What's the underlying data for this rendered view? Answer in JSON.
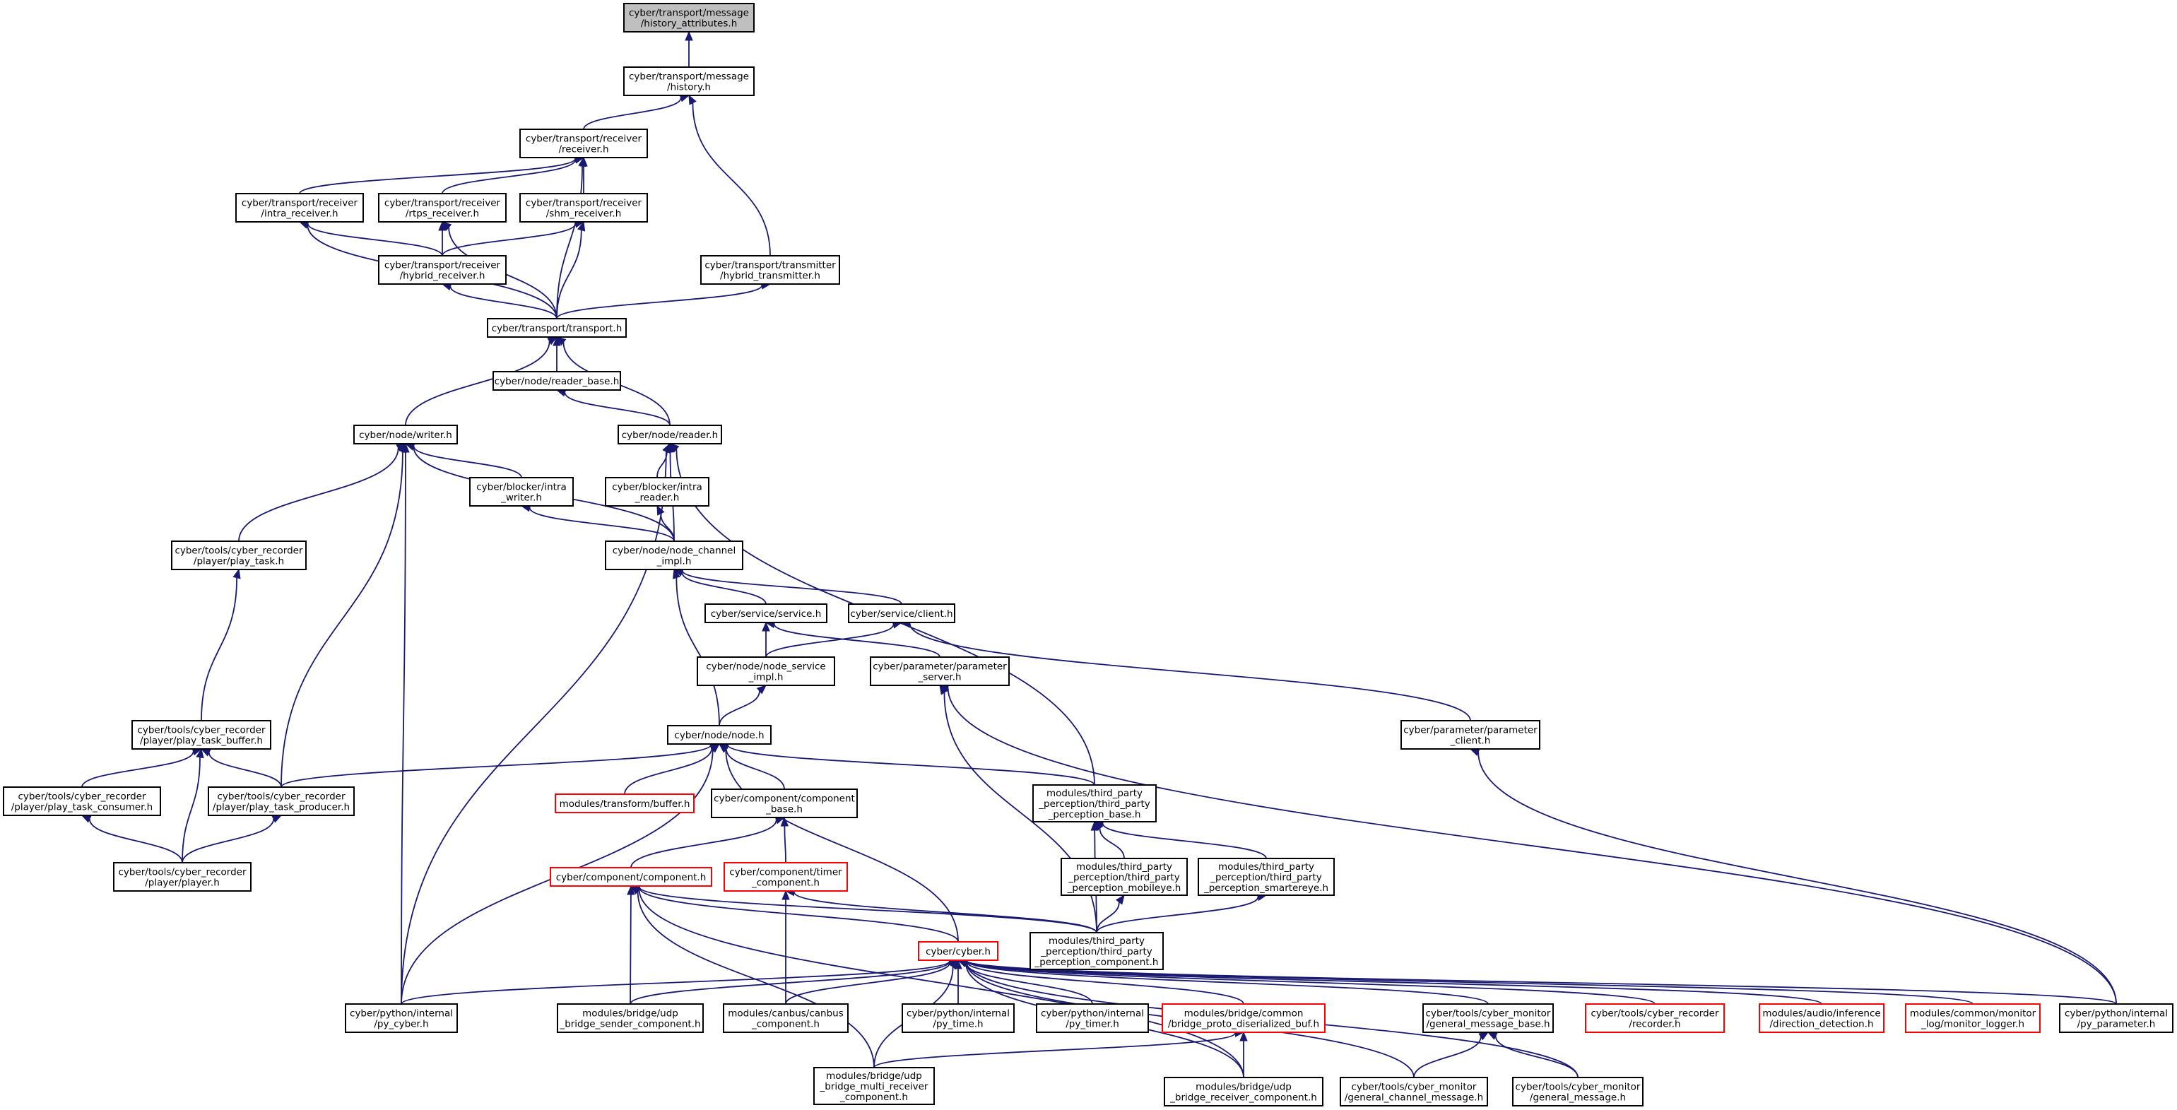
{
  "colors": {
    "edge": "#191970",
    "box_border": "#000000",
    "box_border_red": "#ff0000",
    "box_fill": "#ffffff",
    "highlight_fill": "#bfbfbf"
  },
  "nodes": [
    {
      "id": "history_attributes",
      "lines": [
        "cyber/transport/message",
        "/history_attributes.h"
      ],
      "fill": "#bfbfbf",
      "border": "#000000"
    },
    {
      "id": "history",
      "lines": [
        "cyber/transport/message",
        "/history.h"
      ],
      "fill": "#ffffff",
      "border": "#000000"
    },
    {
      "id": "receiver",
      "lines": [
        "cyber/transport/receiver",
        "/receiver.h"
      ],
      "fill": "#ffffff",
      "border": "#000000"
    },
    {
      "id": "intra_receiver",
      "lines": [
        "cyber/transport/receiver",
        "/intra_receiver.h"
      ],
      "fill": "#ffffff",
      "border": "#000000"
    },
    {
      "id": "rtps_receiver",
      "lines": [
        "cyber/transport/receiver",
        "/rtps_receiver.h"
      ],
      "fill": "#ffffff",
      "border": "#000000"
    },
    {
      "id": "shm_receiver",
      "lines": [
        "cyber/transport/receiver",
        "/shm_receiver.h"
      ],
      "fill": "#ffffff",
      "border": "#000000"
    },
    {
      "id": "hybrid_receiver",
      "lines": [
        "cyber/transport/receiver",
        "/hybrid_receiver.h"
      ],
      "fill": "#ffffff",
      "border": "#000000"
    },
    {
      "id": "hybrid_transmitter",
      "lines": [
        "cyber/transport/transmitter",
        "/hybrid_transmitter.h"
      ],
      "fill": "#ffffff",
      "border": "#000000"
    },
    {
      "id": "transport",
      "lines": [
        "cyber/transport/transport.h"
      ],
      "fill": "#ffffff",
      "border": "#000000"
    },
    {
      "id": "reader_base",
      "lines": [
        "cyber/node/reader_base.h"
      ],
      "fill": "#ffffff",
      "border": "#000000"
    },
    {
      "id": "writer",
      "lines": [
        "cyber/node/writer.h"
      ],
      "fill": "#ffffff",
      "border": "#000000"
    },
    {
      "id": "reader",
      "lines": [
        "cyber/node/reader.h"
      ],
      "fill": "#ffffff",
      "border": "#000000"
    },
    {
      "id": "intra_writer",
      "lines": [
        "cyber/blocker/intra",
        "_writer.h"
      ],
      "fill": "#ffffff",
      "border": "#000000"
    },
    {
      "id": "intra_reader",
      "lines": [
        "cyber/blocker/intra",
        "_reader.h"
      ],
      "fill": "#ffffff",
      "border": "#000000"
    },
    {
      "id": "play_task",
      "lines": [
        "cyber/tools/cyber_recorder",
        "/player/play_task.h"
      ],
      "fill": "#ffffff",
      "border": "#000000"
    },
    {
      "id": "node_channel_impl",
      "lines": [
        "cyber/node/node_channel",
        "_impl.h"
      ],
      "fill": "#ffffff",
      "border": "#000000"
    },
    {
      "id": "service",
      "lines": [
        "cyber/service/service.h"
      ],
      "fill": "#ffffff",
      "border": "#000000"
    },
    {
      "id": "client",
      "lines": [
        "cyber/service/client.h"
      ],
      "fill": "#ffffff",
      "border": "#000000"
    },
    {
      "id": "node_service_impl",
      "lines": [
        "cyber/node/node_service",
        "_impl.h"
      ],
      "fill": "#ffffff",
      "border": "#000000"
    },
    {
      "id": "parameter_server",
      "lines": [
        "cyber/parameter/parameter",
        "_server.h"
      ],
      "fill": "#ffffff",
      "border": "#000000"
    },
    {
      "id": "parameter_client",
      "lines": [
        "cyber/parameter/parameter",
        "_client.h"
      ],
      "fill": "#ffffff",
      "border": "#000000"
    },
    {
      "id": "play_task_buffer",
      "lines": [
        "cyber/tools/cyber_recorder",
        "/player/play_task_buffer.h"
      ],
      "fill": "#ffffff",
      "border": "#000000"
    },
    {
      "id": "node",
      "lines": [
        "cyber/node/node.h"
      ],
      "fill": "#ffffff",
      "border": "#000000"
    },
    {
      "id": "play_task_consumer",
      "lines": [
        "cyber/tools/cyber_recorder",
        "/player/play_task_consumer.h"
      ],
      "fill": "#ffffff",
      "border": "#000000"
    },
    {
      "id": "play_task_producer",
      "lines": [
        "cyber/tools/cyber_recorder",
        "/player/play_task_producer.h"
      ],
      "fill": "#ffffff",
      "border": "#000000"
    },
    {
      "id": "transform_buffer",
      "lines": [
        "modules/transform/buffer.h"
      ],
      "fill": "#ffffff",
      "border": "#ff0000"
    },
    {
      "id": "component_base",
      "lines": [
        "cyber/component/component",
        "_base.h"
      ],
      "fill": "#ffffff",
      "border": "#000000"
    },
    {
      "id": "third_party_perception_base",
      "lines": [
        "modules/third_party",
        "_perception/third_party",
        "_perception_base.h"
      ],
      "fill": "#ffffff",
      "border": "#000000"
    },
    {
      "id": "player",
      "lines": [
        "cyber/tools/cyber_recorder",
        "/player/player.h"
      ],
      "fill": "#ffffff",
      "border": "#000000"
    },
    {
      "id": "component",
      "lines": [
        "cyber/component/component.h"
      ],
      "fill": "#ffffff",
      "border": "#ff0000"
    },
    {
      "id": "timer_component",
      "lines": [
        "cyber/component/timer",
        "_component.h"
      ],
      "fill": "#ffffff",
      "border": "#ff0000"
    },
    {
      "id": "tp_mobileye",
      "lines": [
        "modules/third_party",
        "_perception/third_party",
        "_perception_mobileye.h"
      ],
      "fill": "#ffffff",
      "border": "#000000"
    },
    {
      "id": "tp_smartereye",
      "lines": [
        "modules/third_party",
        "_perception/third_party",
        "_perception_smartereye.h"
      ],
      "fill": "#ffffff",
      "border": "#000000"
    },
    {
      "id": "cyber",
      "lines": [
        "cyber/cyber.h"
      ],
      "fill": "#ffffff",
      "border": "#ff0000"
    },
    {
      "id": "tp_component",
      "lines": [
        "modules/third_party",
        "_perception/third_party",
        "_perception_component.h"
      ],
      "fill": "#ffffff",
      "border": "#000000"
    },
    {
      "id": "py_cyber",
      "lines": [
        "cyber/python/internal",
        "/py_cyber.h"
      ],
      "fill": "#ffffff",
      "border": "#000000"
    },
    {
      "id": "udp_sender",
      "lines": [
        "modules/bridge/udp",
        "_bridge_sender_component.h"
      ],
      "fill": "#ffffff",
      "border": "#000000"
    },
    {
      "id": "canbus_component",
      "lines": [
        "modules/canbus/canbus",
        "_component.h"
      ],
      "fill": "#ffffff",
      "border": "#000000"
    },
    {
      "id": "py_time",
      "lines": [
        "cyber/python/internal",
        "/py_time.h"
      ],
      "fill": "#ffffff",
      "border": "#000000"
    },
    {
      "id": "py_timer",
      "lines": [
        "cyber/python/internal",
        "/py_timer.h"
      ],
      "fill": "#ffffff",
      "border": "#000000"
    },
    {
      "id": "bridge_proto",
      "lines": [
        "modules/bridge/common",
        "/bridge_proto_diserialized_buf.h"
      ],
      "fill": "#ffffff",
      "border": "#ff0000"
    },
    {
      "id": "general_message_base",
      "lines": [
        "cyber/tools/cyber_monitor",
        "/general_message_base.h"
      ],
      "fill": "#ffffff",
      "border": "#000000"
    },
    {
      "id": "recorder",
      "lines": [
        "cyber/tools/cyber_recorder",
        "/recorder.h"
      ],
      "fill": "#ffffff",
      "border": "#ff0000"
    },
    {
      "id": "direction_detection",
      "lines": [
        "modules/audio/inference",
        "/direction_detection.h"
      ],
      "fill": "#ffffff",
      "border": "#ff0000"
    },
    {
      "id": "monitor_logger",
      "lines": [
        "modules/common/monitor",
        "_log/monitor_logger.h"
      ],
      "fill": "#ffffff",
      "border": "#ff0000"
    },
    {
      "id": "py_parameter",
      "lines": [
        "cyber/python/internal",
        "/py_parameter.h"
      ],
      "fill": "#ffffff",
      "border": "#000000"
    },
    {
      "id": "udp_multi_receiver",
      "lines": [
        "modules/bridge/udp",
        "_bridge_multi_receiver",
        "_component.h"
      ],
      "fill": "#ffffff",
      "border": "#000000"
    },
    {
      "id": "udp_receiver",
      "lines": [
        "modules/bridge/udp",
        "_bridge_receiver_component.h"
      ],
      "fill": "#ffffff",
      "border": "#000000"
    },
    {
      "id": "general_channel_message",
      "lines": [
        "cyber/tools/cyber_monitor",
        "/general_channel_message.h"
      ],
      "fill": "#ffffff",
      "border": "#000000"
    },
    {
      "id": "general_message",
      "lines": [
        "cyber/tools/cyber_monitor",
        "/general_message.h"
      ],
      "fill": "#ffffff",
      "border": "#000000"
    }
  ],
  "edges": [
    {
      "from": "history_attributes",
      "to": "history"
    },
    {
      "from": "history",
      "to": "receiver"
    },
    {
      "from": "history",
      "to": "hybrid_transmitter"
    },
    {
      "from": "receiver",
      "to": "intra_receiver"
    },
    {
      "from": "receiver",
      "to": "rtps_receiver"
    },
    {
      "from": "receiver",
      "to": "shm_receiver"
    },
    {
      "from": "receiver",
      "to": "transport"
    },
    {
      "from": "intra_receiver",
      "to": "hybrid_receiver"
    },
    {
      "from": "intra_receiver",
      "to": "transport"
    },
    {
      "from": "rtps_receiver",
      "to": "hybrid_receiver"
    },
    {
      "from": "rtps_receiver",
      "to": "transport"
    },
    {
      "from": "shm_receiver",
      "to": "hybrid_receiver"
    },
    {
      "from": "shm_receiver",
      "to": "transport"
    },
    {
      "from": "hybrid_receiver",
      "to": "transport"
    },
    {
      "from": "hybrid_transmitter",
      "to": "transport"
    },
    {
      "from": "transport",
      "to": "reader_base"
    },
    {
      "from": "transport",
      "to": "writer"
    },
    {
      "from": "transport",
      "to": "reader"
    },
    {
      "from": "reader_base",
      "to": "reader"
    },
    {
      "from": "writer",
      "to": "intra_writer"
    },
    {
      "from": "writer",
      "to": "play_task"
    },
    {
      "from": "writer",
      "to": "node_channel_impl"
    },
    {
      "from": "writer",
      "to": "play_task_producer"
    },
    {
      "from": "writer",
      "to": "py_cyber"
    },
    {
      "from": "reader",
      "to": "intra_reader"
    },
    {
      "from": "reader",
      "to": "node_channel_impl"
    },
    {
      "from": "reader",
      "to": "py_cyber"
    },
    {
      "from": "reader",
      "to": "third_party_perception_base"
    },
    {
      "from": "intra_writer",
      "to": "node_channel_impl"
    },
    {
      "from": "intra_reader",
      "to": "node_channel_impl"
    },
    {
      "from": "play_task",
      "to": "play_task_buffer"
    },
    {
      "from": "node_channel_impl",
      "to": "service"
    },
    {
      "from": "node_channel_impl",
      "to": "client"
    },
    {
      "from": "node_channel_impl",
      "to": "node"
    },
    {
      "from": "service",
      "to": "node_service_impl"
    },
    {
      "from": "service",
      "to": "parameter_server"
    },
    {
      "from": "client",
      "to": "node_service_impl"
    },
    {
      "from": "client",
      "to": "parameter_client"
    },
    {
      "from": "node_service_impl",
      "to": "node"
    },
    {
      "from": "parameter_server",
      "to": "py_parameter"
    },
    {
      "from": "parameter_client",
      "to": "py_parameter"
    },
    {
      "from": "play_task_buffer",
      "to": "play_task_consumer"
    },
    {
      "from": "play_task_buffer",
      "to": "play_task_producer"
    },
    {
      "from": "play_task_buffer",
      "to": "player"
    },
    {
      "from": "play_task_consumer",
      "to": "player"
    },
    {
      "from": "play_task_producer",
      "to": "player"
    },
    {
      "from": "node",
      "to": "play_task_producer"
    },
    {
      "from": "node",
      "to": "transform_buffer"
    },
    {
      "from": "node",
      "to": "component_base"
    },
    {
      "from": "node",
      "to": "third_party_perception_base"
    },
    {
      "from": "node",
      "to": "cyber"
    },
    {
      "from": "node",
      "to": "py_cyber"
    },
    {
      "from": "component_base",
      "to": "component"
    },
    {
      "from": "component_base",
      "to": "timer_component"
    },
    {
      "from": "third_party_perception_base",
      "to": "tp_mobileye"
    },
    {
      "from": "third_party_perception_base",
      "to": "tp_smartereye"
    },
    {
      "from": "third_party_perception_base",
      "to": "tp_component"
    },
    {
      "from": "tp_mobileye",
      "to": "tp_component"
    },
    {
      "from": "tp_smartereye",
      "to": "tp_component"
    },
    {
      "from": "component",
      "to": "cyber"
    },
    {
      "from": "component",
      "to": "tp_component"
    },
    {
      "from": "component",
      "to": "udp_sender"
    },
    {
      "from": "component",
      "to": "udp_multi_receiver"
    },
    {
      "from": "component",
      "to": "udp_receiver"
    },
    {
      "from": "timer_component",
      "to": "canbus_component"
    },
    {
      "from": "timer_component",
      "to": "tp_component"
    },
    {
      "from": "cyber",
      "to": "py_cyber"
    },
    {
      "from": "cyber",
      "to": "udp_sender"
    },
    {
      "from": "cyber",
      "to": "canbus_component"
    },
    {
      "from": "cyber",
      "to": "py_time"
    },
    {
      "from": "cyber",
      "to": "py_timer"
    },
    {
      "from": "cyber",
      "to": "bridge_proto"
    },
    {
      "from": "cyber",
      "to": "general_message_base"
    },
    {
      "from": "cyber",
      "to": "recorder"
    },
    {
      "from": "cyber",
      "to": "direction_detection"
    },
    {
      "from": "cyber",
      "to": "monitor_logger"
    },
    {
      "from": "cyber",
      "to": "py_parameter"
    },
    {
      "from": "cyber",
      "to": "udp_multi_receiver"
    },
    {
      "from": "cyber",
      "to": "udp_receiver"
    },
    {
      "from": "cyber",
      "to": "general_channel_message"
    },
    {
      "from": "cyber",
      "to": "general_message"
    },
    {
      "from": "parameter_server",
      "to": "tp_component"
    },
    {
      "from": "bridge_proto",
      "to": "udp_multi_receiver"
    },
    {
      "from": "bridge_proto",
      "to": "udp_receiver"
    },
    {
      "from": "general_message_base",
      "to": "general_channel_message"
    },
    {
      "from": "general_message_base",
      "to": "general_message"
    }
  ]
}
